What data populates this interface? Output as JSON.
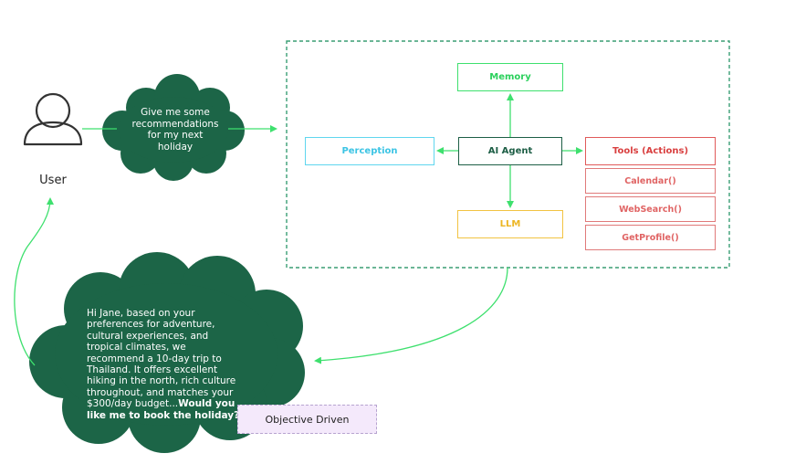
{
  "user": {
    "label": "User",
    "avatar_icon": "user-icon"
  },
  "request_bubble": {
    "text": "Give me some recommendations for my next holiday"
  },
  "agent_system": {
    "memory": "Memory",
    "perception": "Perception",
    "agent": "AI Agent",
    "tools": "Tools (Actions)",
    "llm": "LLM",
    "tool_items": [
      "Calendar()",
      "WebSearch()",
      "GetProfile()"
    ]
  },
  "response_bubble": {
    "text": "Hi Jane, based on your preferences for adventure, cultural experiences, and tropical climates, we recommend a 10-day trip to Thailand. It offers excellent hiking in the north, rich culture throughout, and matches your $300/day budget...",
    "question": "Would you like me to book the holiday?"
  },
  "objective": {
    "label": "Objective Driven"
  },
  "colors": {
    "cloud": "#1c6547",
    "arrow": "#3ee06e",
    "memory": "#3ee06e",
    "perception": "#5fd6ef",
    "agent": "#1d5e45",
    "tools": "#e05a5a",
    "llm": "#f2c342",
    "objective_bg": "#f4e9fb"
  }
}
